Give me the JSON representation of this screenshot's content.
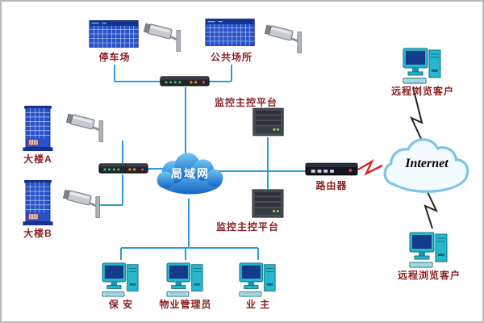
{
  "colors": {
    "edge_line": "#2f9ad8",
    "label_text": "#8b1f1f",
    "lan_cloud_fill": "#2f86d6",
    "lan_cloud_text": "#ffffff",
    "internet_cloud_fill": "#f4fbff",
    "internet_text": "#000000",
    "router_lightning": "#e02424",
    "client_lightning": "#222222",
    "device_blue": "#2a52c8",
    "pc_teal": "#29b6cf"
  },
  "icons": {
    "rack": "rack-grid-icon",
    "camera": "cctv-camera-icon",
    "building": "building-icon",
    "switch": "switch-icon",
    "server": "server-icon",
    "router": "router-icon",
    "pc": "computer-icon",
    "cloud": "cloud-icon",
    "lightning": "lightning-link-icon"
  },
  "nodes": {
    "parking": {
      "label": "停车场"
    },
    "public_place": {
      "label": "公共场所"
    },
    "building_a": {
      "label": "大楼A"
    },
    "building_b": {
      "label": "大楼B"
    },
    "lan": {
      "label": "局域网"
    },
    "monitor_platform_1": {
      "label": "监控主控平台"
    },
    "monitor_platform_2": {
      "label": "监控主控平台"
    },
    "router": {
      "label": "路由器"
    },
    "internet": {
      "label": "Internet"
    },
    "remote_client_top": {
      "label": "远程浏览客户"
    },
    "remote_client_bottom": {
      "label": "远程浏览客户"
    },
    "guard": {
      "label": "保 安"
    },
    "property_manager": {
      "label": "物业管理员"
    },
    "owner": {
      "label": "业 主"
    }
  }
}
